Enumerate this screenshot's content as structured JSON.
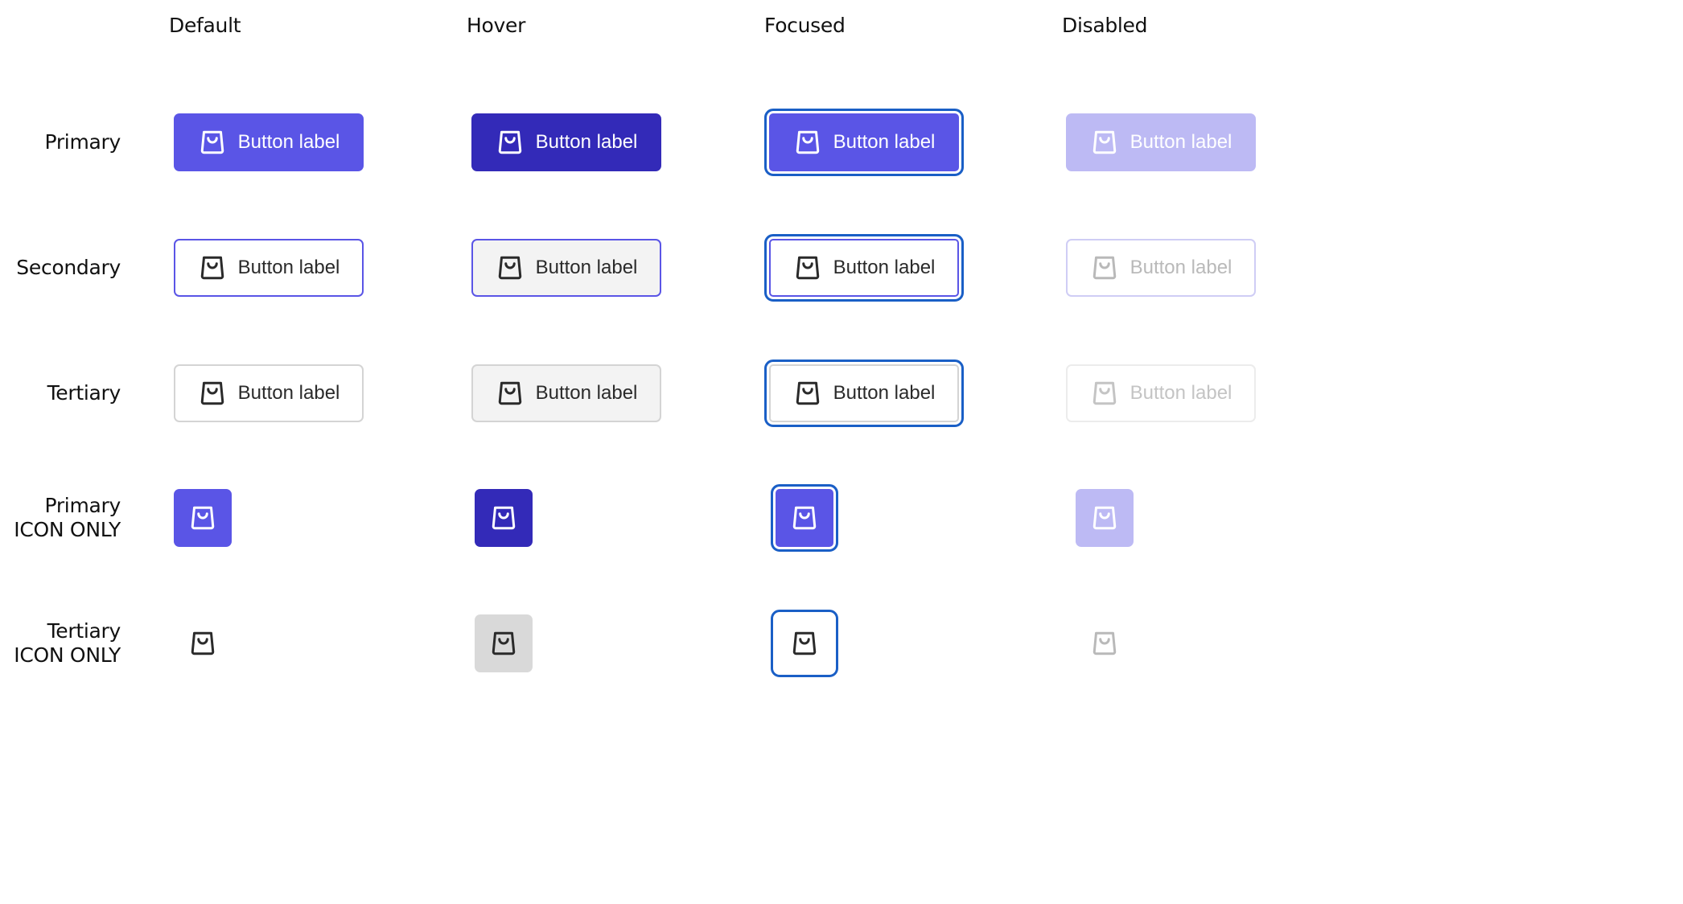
{
  "columns": [
    "Default",
    "Hover",
    "Focused",
    "Disabled"
  ],
  "rows": {
    "primary": [
      "Primary"
    ],
    "secondary": [
      "Secondary"
    ],
    "tertiary": [
      "Tertiary"
    ],
    "primary_icon_only": [
      "Primary",
      "ICON ONLY"
    ],
    "tertiary_icon_only": [
      "Tertiary",
      "ICON ONLY"
    ]
  },
  "button_label": "Button label",
  "icon": "shopping-bag-icon",
  "colors": {
    "primary": "#5a55e6",
    "primary_hover": "#332ab8",
    "primary_disabled": "#bdbaf4",
    "focus_ring": "#1a5fc6",
    "neutral_border": "#d4d4d4",
    "hover_surface": "#f3f3f3",
    "tertiary_icon_hover": "#d9d9d9",
    "text": "#2a2a2a",
    "disabled_text": "#b9b9b9"
  }
}
